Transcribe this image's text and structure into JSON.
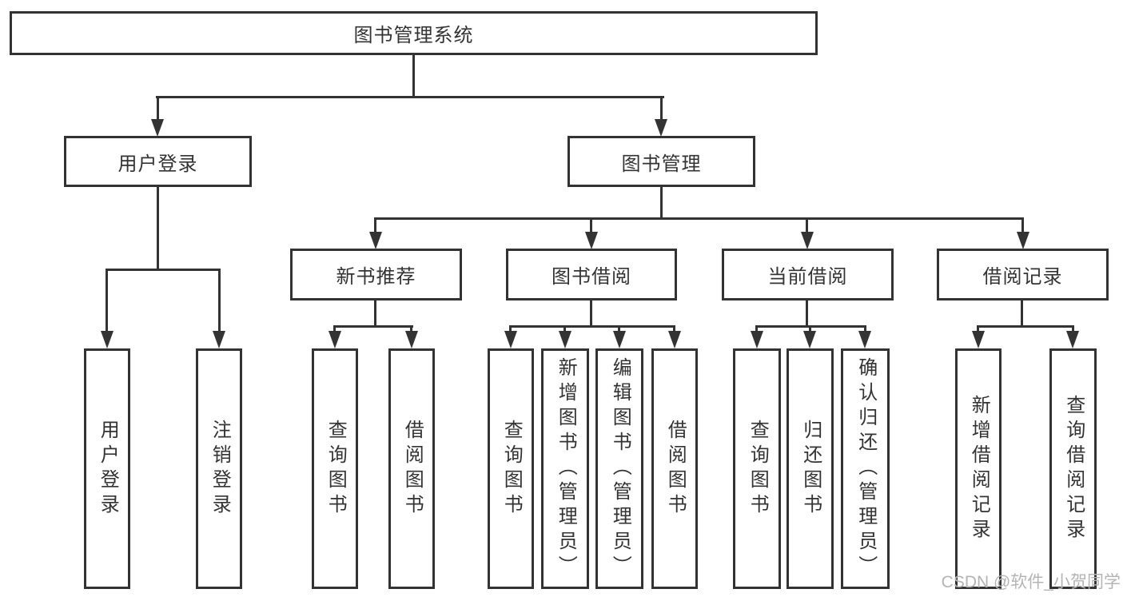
{
  "colors": {
    "line": "#333333",
    "text": "#333333",
    "watermark": "#b4b4b4"
  },
  "tree": {
    "label": "图书管理系统",
    "children": [
      {
        "label": "用户登录",
        "children": [
          {
            "label": "用户登录"
          },
          {
            "label": "注销登录"
          }
        ]
      },
      {
        "label": "图书管理",
        "children": [
          {
            "label": "新书推荐",
            "children": [
              {
                "label": "查询图书"
              },
              {
                "label": "借阅图书"
              }
            ]
          },
          {
            "label": "图书借阅",
            "children": [
              {
                "label": "查询图书"
              },
              {
                "label": "新增图书（管理员）"
              },
              {
                "label": "编辑图书（管理员）"
              },
              {
                "label": "借阅图书"
              }
            ]
          },
          {
            "label": "当前借阅",
            "children": [
              {
                "label": "查询图书"
              },
              {
                "label": "归还图书"
              },
              {
                "label": "确认归还（管理员）"
              }
            ]
          },
          {
            "label": "借阅记录",
            "children": [
              {
                "label": "新增借阅记录"
              },
              {
                "label": "查询借阅记录"
              }
            ]
          }
        ]
      }
    ]
  },
  "watermark": "CSDN @软件_小贺同学"
}
